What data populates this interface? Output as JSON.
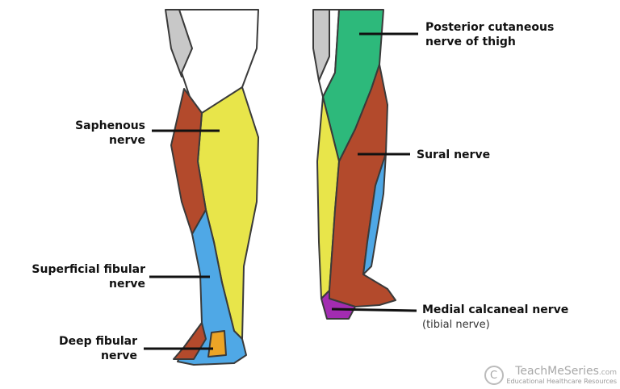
{
  "labels": {
    "saphenous": "Saphenous nerve",
    "superficial_fibular": "Superficial fibular nerve",
    "deep_fibular": "Deep fibular nerve",
    "posterior_cutaneous": "Posterior cutaneous nerve of thigh",
    "sural": "Sural nerve",
    "medial_calcaneal": "Medial calcaneal nerve",
    "medial_calcaneal_sub": "(tibial nerve)"
  },
  "logo": {
    "text": "TeachMeSeries",
    "suffix": ".com",
    "tagline": "Educational Healthcare Resources"
  },
  "colors": {
    "saphenous": "#E8E54A",
    "superficial_fibular": "#4FA8E6",
    "deep_fibular": "#EBA426",
    "sural": "#B34A2C",
    "posterior_cutaneous": "#2DB97B",
    "medial_calcaneal": "#A22CB1",
    "outline": "#3a3a3a"
  }
}
